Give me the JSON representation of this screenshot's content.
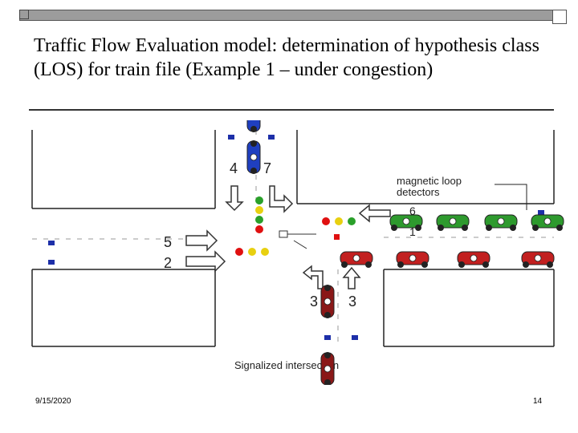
{
  "slide": {
    "title": "Traffic Flow Evaluation model: determination of hypothesis class (LOS) for train file (Example 1 – under congestion)",
    "date": "9/15/2020",
    "page_number": "14"
  },
  "figure": {
    "detector_label_line1": "magnetic  loop",
    "detector_label_line2": "detectors",
    "caption": "Signalized intersection",
    "lane_labels": {
      "north_left": "4",
      "north_right": "7",
      "west_top": "5",
      "west_bottom": "2",
      "south_left": "3",
      "south_right": "3",
      "east_top": "6",
      "east_bottom": "1"
    },
    "colors": {
      "blue_car": "#1f3fbf",
      "red_car": "#c22020",
      "green_car": "#2e9a2e",
      "dark_red_car": "#8a1818",
      "detector": "#1d2fa8",
      "signal_red": "#e01010",
      "signal_yellow": "#e8d010",
      "signal_green": "#2aa02a"
    }
  }
}
